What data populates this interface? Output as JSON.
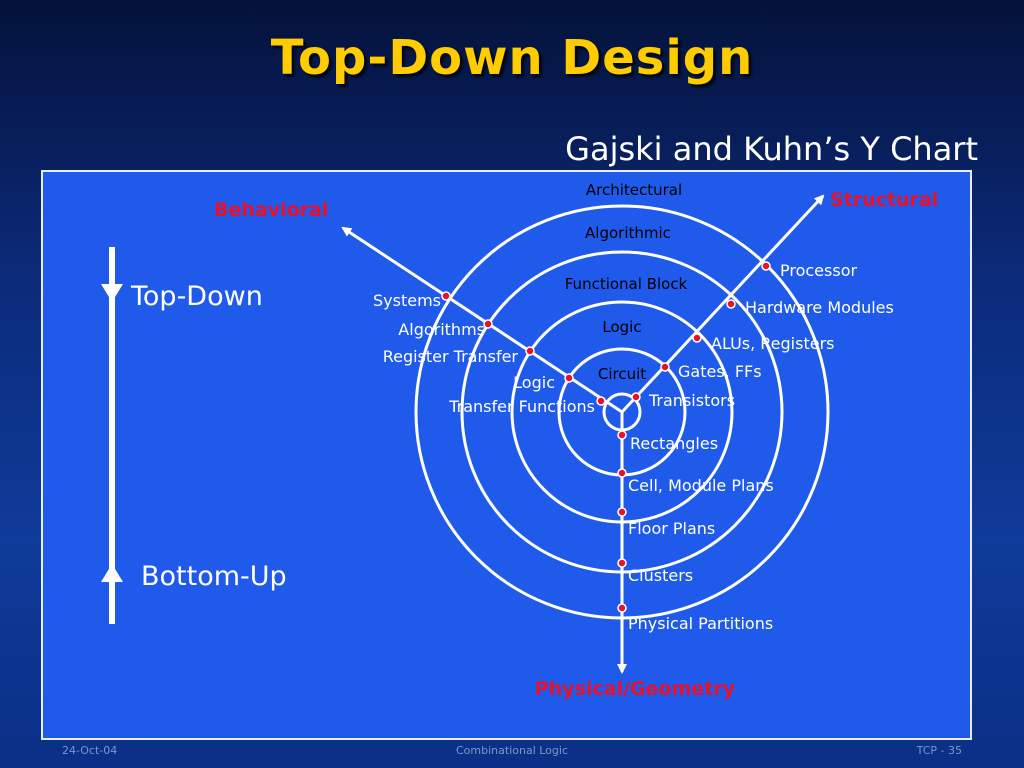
{
  "slide": {
    "title": "Top-Down Design",
    "subtitle": "Gajski and Kuhn’s Y Chart"
  },
  "footer": {
    "left": "24-Oct-04",
    "center": "Combinational Logic",
    "right": "TCP - 35"
  },
  "diagram": {
    "axes": {
      "behavioral": "Behavioral",
      "structural": "Structural",
      "physical": "Physical/Geometry"
    },
    "levels": {
      "architectural": "Architectural",
      "algorithmic": "Algorithmic",
      "functional_block": "Functional Block",
      "logic": "Logic",
      "circuit": "Circuit"
    },
    "behavioral_items": [
      "Systems",
      "Algorithms",
      "Register Transfer",
      "Logic",
      "Transfer Functions"
    ],
    "structural_items": [
      "Processor",
      "Hardware Modules",
      "ALUs, Registers",
      "Gates, FFs",
      "Transistors"
    ],
    "physical_items": [
      "Rectangles",
      "Cell, Module Plans",
      "Floor Plans",
      "Clusters",
      "Physical Partitions"
    ],
    "direction": {
      "top_down": "Top-Down",
      "bottom_up": "Bottom-Up"
    },
    "colors": {
      "panel_bg": "#1f5aeb",
      "axis_label": "#e8102a",
      "line": "#ffffff",
      "dot": "#e8102a",
      "title": "#ffcc00"
    }
  }
}
